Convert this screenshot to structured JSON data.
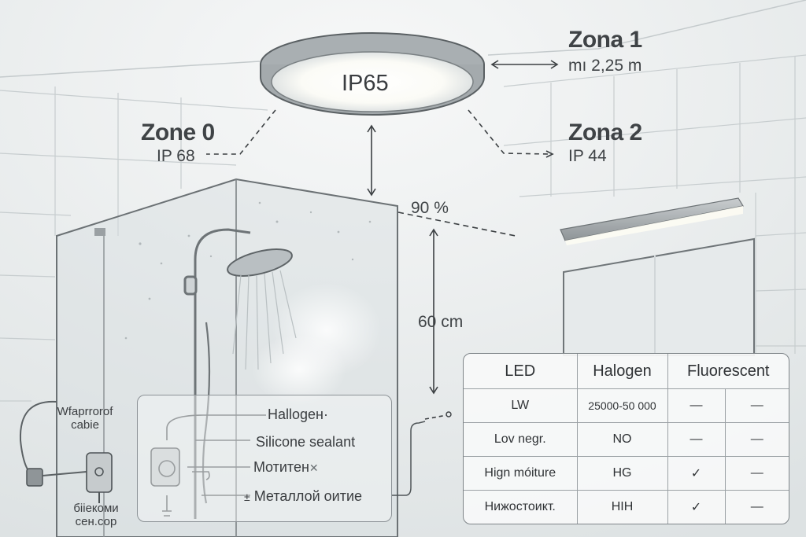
{
  "fixture": {
    "rating": "IP65"
  },
  "zones": {
    "zone0": {
      "title": "Zone 0",
      "rating": "IP 68"
    },
    "zone1": {
      "title": "Zona 1",
      "height": "mı 2,25 m"
    },
    "zone2": {
      "title": "Zona 2",
      "rating": "IP 44"
    }
  },
  "measurements": {
    "spray_angle": "90 %",
    "clearance": "60 cm"
  },
  "callouts": [
    "Hallogeн·",
    "Silicone sealant",
    "Mотитен",
    "Металлой оитие"
  ],
  "callout_marks": {
    "cross": "✕",
    "arrow": "±"
  },
  "cable": {
    "label": "Wfaprrorof cabie",
    "socket_label": "бііекоми сен.сор"
  },
  "comparison": {
    "headers": [
      "LED",
      "Halogen",
      "Fluorescent"
    ],
    "rows": [
      {
        "label": "LW",
        "value": "25000-50 000",
        "c1": "—",
        "c2": "—"
      },
      {
        "label": "Lov negr.",
        "value": "NO",
        "c1": "—",
        "c2": "—"
      },
      {
        "label": "Hign móiture",
        "value": "HG",
        "c1": "✓",
        "c2": "—"
      },
      {
        "label": "Нижостоикт.",
        "value": "HIH",
        "c1": "✓",
        "c2": "—"
      }
    ]
  },
  "colors": {
    "background": "#eef1f2",
    "ink": "#3f4346",
    "glow": "#fffefa",
    "glass": "#d9e1e3"
  }
}
